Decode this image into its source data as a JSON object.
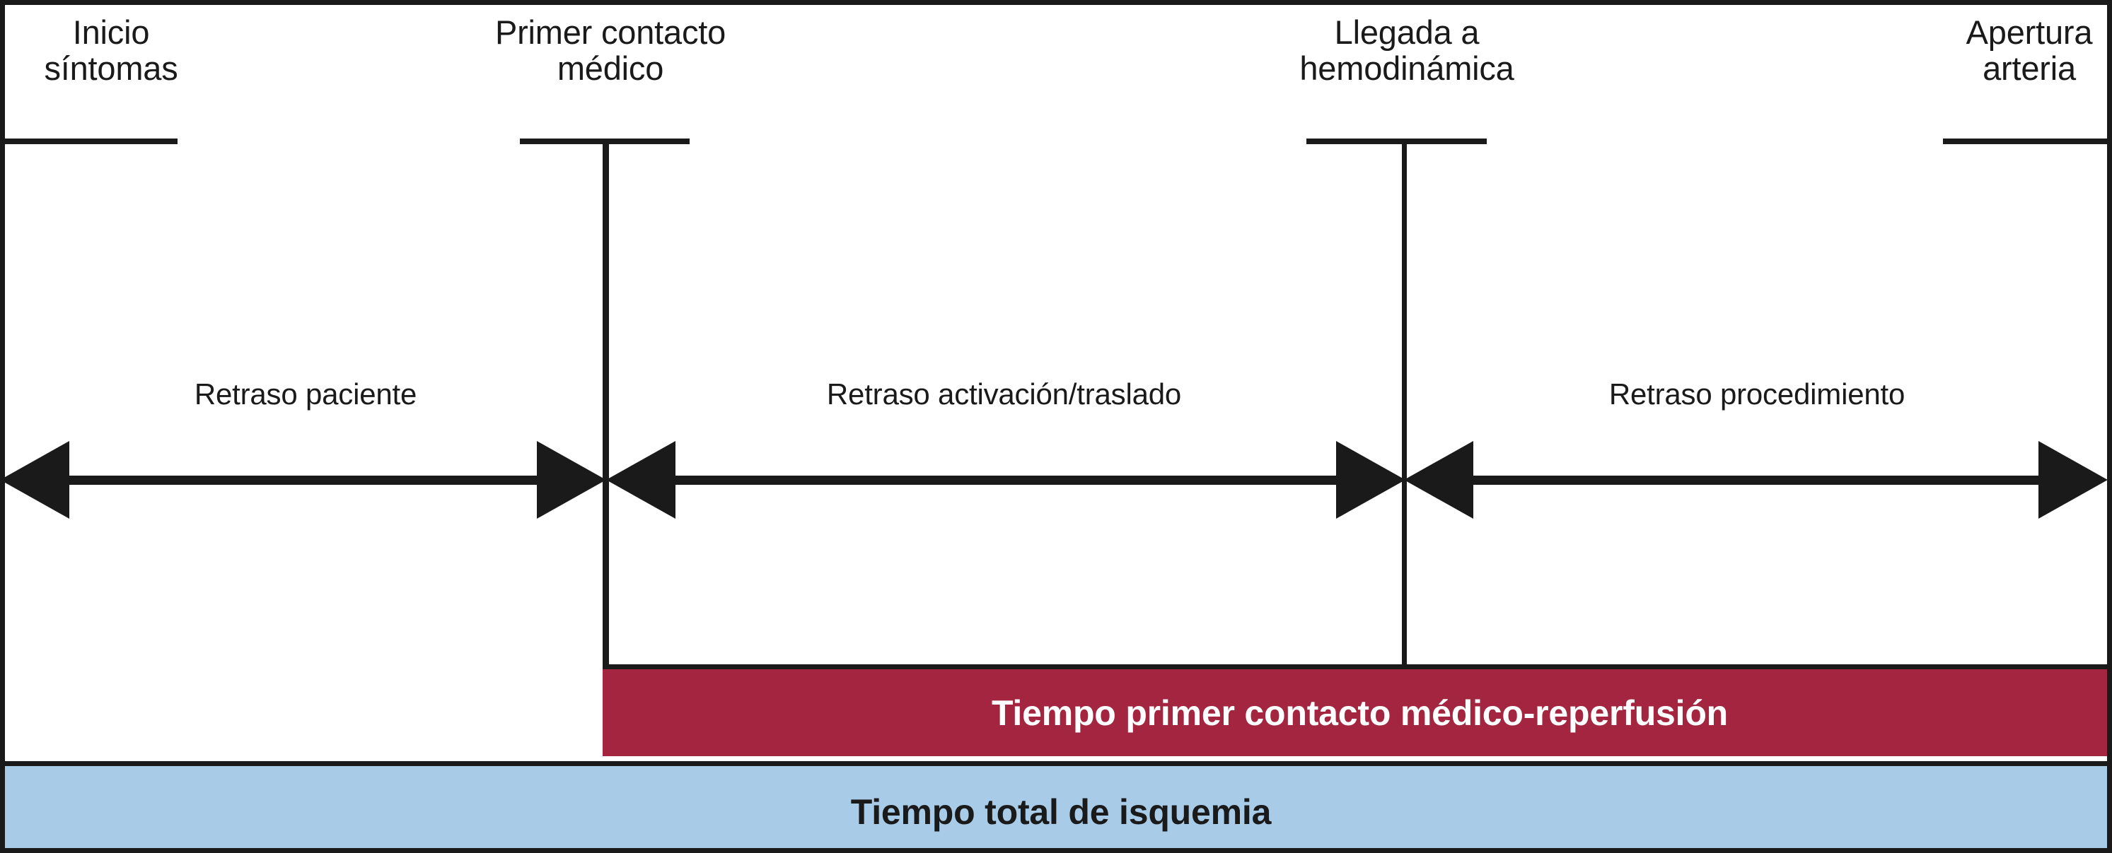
{
  "figure": {
    "type": "timeline-diagram",
    "title": "Cronología del tiempo de isquemia en el IAMCEST",
    "background_color": "#FFFFFF",
    "line_color": "#1A1A1A"
  },
  "milestones": [
    {
      "id": "inicio-sintomas",
      "label": "Inicio\nsíntomas"
    },
    {
      "id": "primer-contacto-medico",
      "label": "Primer contacto\nmédico"
    },
    {
      "id": "llegada-hemodinamica",
      "label": "Llegada a\nhemodinámica"
    },
    {
      "id": "apertura-arteria",
      "label": "Apertura\narteria"
    }
  ],
  "segments": [
    {
      "id": "retraso-paciente",
      "label": "Retraso paciente"
    },
    {
      "id": "retraso-activacion-traslado",
      "label": "Retraso activación/traslado"
    },
    {
      "id": "retraso-procedimiento",
      "label": "Retraso procedimiento"
    }
  ],
  "bars": [
    {
      "id": "tiempo-primer-contacto-medico-reperfusion",
      "label": "Tiempo primer contacto médico-reperfusión",
      "color": "#A4253F",
      "text_color": "#FFFFFF"
    },
    {
      "id": "tiempo-total-de-isquemia",
      "label": "Tiempo total de isquemia",
      "color": "#A8CBE8",
      "text_color": "#1A1A1A"
    }
  ]
}
